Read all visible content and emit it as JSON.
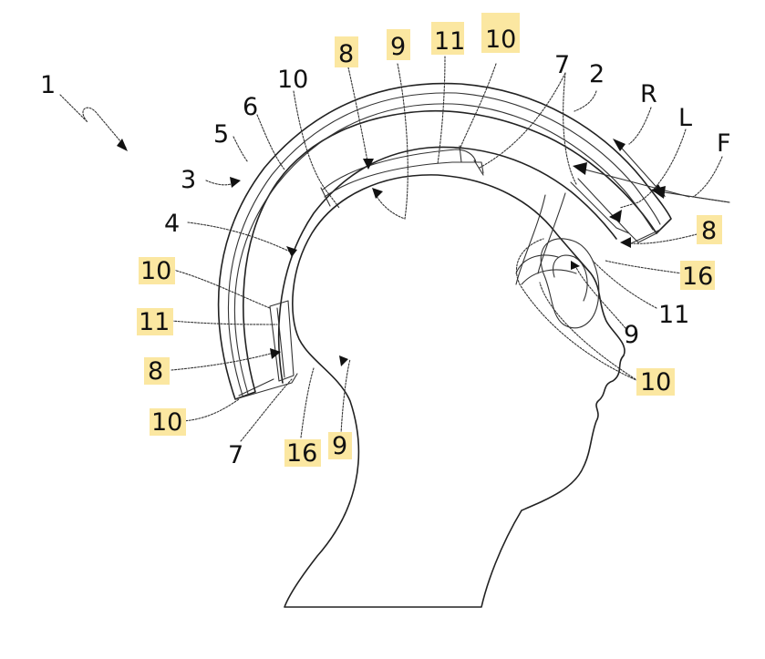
{
  "figure": {
    "reference_numerals": [
      {
        "id": "n1",
        "text": "1",
        "highlighted": false
      },
      {
        "id": "n2",
        "text": "2",
        "highlighted": false
      },
      {
        "id": "n3",
        "text": "3",
        "highlighted": false
      },
      {
        "id": "n4",
        "text": "4",
        "highlighted": false
      },
      {
        "id": "n5",
        "text": "5",
        "highlighted": false
      },
      {
        "id": "n6",
        "text": "6",
        "highlighted": false
      },
      {
        "id": "n7_top",
        "text": "7",
        "highlighted": false
      },
      {
        "id": "n7_bottom",
        "text": "7",
        "highlighted": false
      },
      {
        "id": "n8_top",
        "text": "8",
        "highlighted": true
      },
      {
        "id": "n8_right",
        "text": "8",
        "highlighted": true
      },
      {
        "id": "n8_left",
        "text": "8",
        "highlighted": true
      },
      {
        "id": "n9_top",
        "text": "9",
        "highlighted": true
      },
      {
        "id": "n9_right",
        "text": "9",
        "highlighted": false
      },
      {
        "id": "n9_bottom",
        "text": "9",
        "highlighted": true
      },
      {
        "id": "n10_top_left",
        "text": "10",
        "highlighted": false
      },
      {
        "id": "n10_top_right",
        "text": "10",
        "highlighted": true
      },
      {
        "id": "n10_left_upper",
        "text": "10",
        "highlighted": true
      },
      {
        "id": "n10_left_lower",
        "text": "10",
        "highlighted": true
      },
      {
        "id": "n10_right_lower",
        "text": "10",
        "highlighted": true
      },
      {
        "id": "n11_top",
        "text": "11",
        "highlighted": true
      },
      {
        "id": "n11_right",
        "text": "11",
        "highlighted": false
      },
      {
        "id": "n11_left",
        "text": "11",
        "highlighted": true
      },
      {
        "id": "n16_right",
        "text": "16",
        "highlighted": true
      },
      {
        "id": "n16_bottom",
        "text": "16",
        "highlighted": true
      },
      {
        "id": "nR",
        "text": "R",
        "highlighted": false
      },
      {
        "id": "nL",
        "text": "L",
        "highlighted": false
      },
      {
        "id": "nF",
        "text": "F",
        "highlighted": false
      }
    ],
    "colors": {
      "highlight": "#fbe7a1",
      "line": "#222222",
      "text": "#111111",
      "background": "#ffffff"
    }
  }
}
